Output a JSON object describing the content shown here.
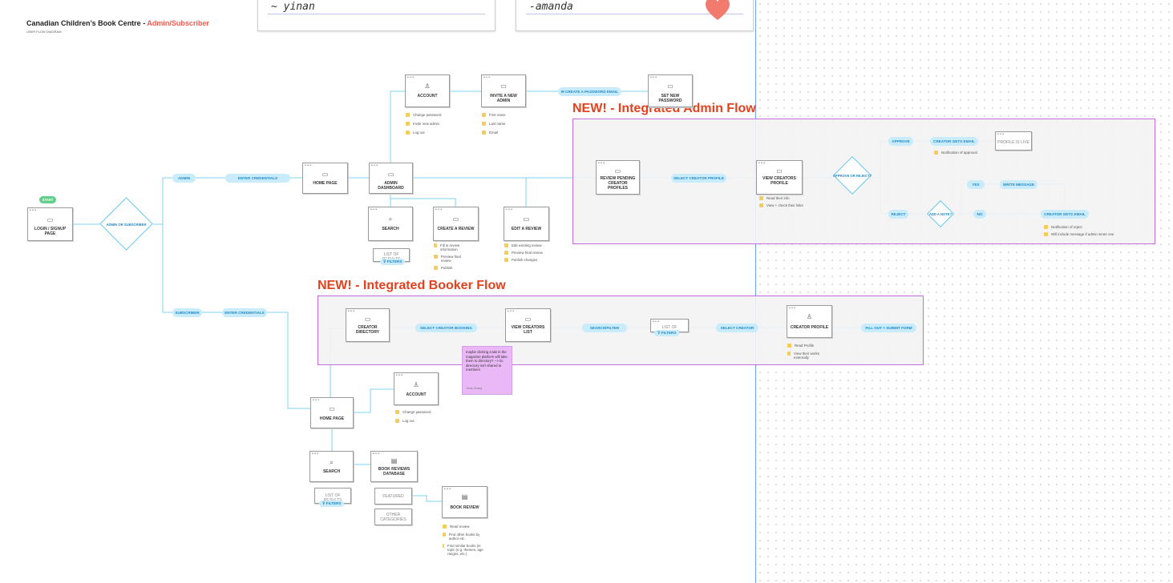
{
  "header": {
    "title": "Canadian Children’s Book Centre - ",
    "title_accent": "Admin/Subscriber",
    "subtitle": "USER FLOW DIAGRAM",
    "accent_color": "#f05a4f"
  },
  "signatures": {
    "left": "~ yinan",
    "right": "-amanda",
    "heart_icon": "heart-icon"
  },
  "regions": {
    "admin_title": "NEW! - Integrated Admin Flow",
    "booker_title": "NEW! - Integrated Booker Flow",
    "title_color": "#e4421f",
    "border_color": "#c66ad8"
  },
  "start": "START",
  "nodes": {
    "login": "LOGIN / SIGNUP PAGE",
    "admin_home": "HOME PAGE",
    "admin_dashboard": "ADMIN DASHBOARD",
    "account": "ACCOUNT",
    "invite_admin": "INVITE A NEW ADMIN",
    "set_password": "SET NEW PASSWORD",
    "search": "SEARCH",
    "create_review": "CREATE A REVIEW",
    "edit_review": "EDIT A REVIEW",
    "list_results_admin": "LIST OF RESULTS",
    "review_pending": "REVIEW PENDING CREATOR PROFILES",
    "view_creators_profile": "VIEW CREATORS PROFILE",
    "profile_live": "PROFILE IS LIVE",
    "creator_directory": "CREATOR DIRECTORY",
    "view_creators_list": "VIEW CREATORS LIST",
    "list_results_booker": "LIST OF RESULTS",
    "creator_profile": "CREATOR PROFILE",
    "sub_home": "HOME PAGE",
    "sub_account": "ACCOUNT",
    "sub_search": "SEARCH",
    "book_reviews_db": "BOOK REVIEWS DATABASE",
    "list_results_sub": "LIST OF RESULTS",
    "featured": "FEATURED",
    "other_categories": "OTHER CATEGORIES",
    "book_review": "BOOK REVIEW"
  },
  "pills": {
    "admin": "ADMIN",
    "enter_credentials_admin": "ENTER CREDENTIALS",
    "subscriber": "SUBSCRIBER",
    "enter_credentials_sub": "ENTER CREDENTIALS",
    "create_password_email": "✉ CREATE A PASSWORD EMAIL",
    "select_creator_profile": "SELECT CREATOR PROFILE",
    "approve": "APPROVE",
    "creator_gets_email_1": "CREATOR GETS EMAIL",
    "reject": "REJECT",
    "yes": "YES",
    "write_message": "WRITE MESSAGE",
    "no": "NO",
    "creator_gets_email_2": "CREATOR GETS EMAIL",
    "select_creator_booking": "SELECT CREATOR BOOKING",
    "search_filter": "SEARCH/FILTER",
    "select_creator": "SELECT CREATOR",
    "fill_out_form": "FILL OUT + SUBMIT FORM",
    "filters": "⊽ FILTERS"
  },
  "decisions": {
    "admin_or_subscriber": "ADMIN OR SUBSCRIBER",
    "approve_or_reject": "APPROVE OR REJECT?",
    "add_a_note": "ADD A NOTE?"
  },
  "notes": {
    "account": [
      "Change password",
      "Invite new admin",
      "Log out"
    ],
    "invite": [
      "First name",
      "Last name",
      "Email"
    ],
    "create_review": [
      "Fill in review information",
      "Preview final review",
      "Publish"
    ],
    "edit_review": [
      "Edit existing review",
      "Preview final review",
      "Publish changes"
    ],
    "view_creators": [
      "Read their info",
      "View + check their links"
    ],
    "approve_email": [
      "Notification of approval"
    ],
    "reject_email": [
      "Notification of reject",
      "Will include message if admin wrote one"
    ],
    "creator_profile": [
      "Read Profile",
      "View their works externally"
    ],
    "sub_account": [
      "Change password",
      "Log out"
    ],
    "book_review": [
      "Read review",
      "Find other books by author etc",
      "Find similar books (ie topic (e.g. themes, age ranges, etc.)"
    ]
  },
  "sticky": {
    "text": "maybe clicking a tab in the magazine platform will take them to directory? --> bc directory isn't shared to members",
    "author": "Yinan Zhang"
  }
}
